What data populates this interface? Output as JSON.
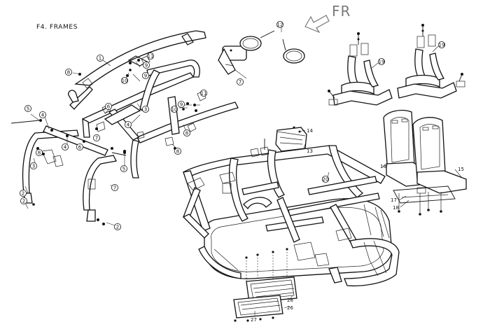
{
  "title": "F4. FRAMES",
  "direction_label": "FR",
  "callouts": [
    {
      "id": "c1",
      "text": "1"
    },
    {
      "id": "c2a",
      "text": "2"
    },
    {
      "id": "c2b",
      "text": "2"
    },
    {
      "id": "c2c",
      "text": "2"
    },
    {
      "id": "c3a",
      "text": "3"
    },
    {
      "id": "c3b",
      "text": "3"
    },
    {
      "id": "c4a",
      "text": "4"
    },
    {
      "id": "c4b",
      "text": "4"
    },
    {
      "id": "c4c",
      "text": "4"
    },
    {
      "id": "c5a",
      "text": "5"
    },
    {
      "id": "c5b",
      "text": "5"
    },
    {
      "id": "c6a",
      "text": "6"
    },
    {
      "id": "c6b",
      "text": "6"
    },
    {
      "id": "c7a",
      "text": "7"
    },
    {
      "id": "c7b",
      "text": "7"
    },
    {
      "id": "c7c",
      "text": "7"
    },
    {
      "id": "c8a",
      "text": "8"
    },
    {
      "id": "c8b",
      "text": "8"
    },
    {
      "id": "c8c",
      "text": "8"
    },
    {
      "id": "c8d",
      "text": "8"
    },
    {
      "id": "c9a",
      "text": "9"
    },
    {
      "id": "c9b",
      "text": "9"
    },
    {
      "id": "c9c",
      "text": "9"
    },
    {
      "id": "c10a",
      "text": "10"
    },
    {
      "id": "c10b",
      "text": "10"
    },
    {
      "id": "c11a",
      "text": "11"
    },
    {
      "id": "c11b",
      "text": "11"
    },
    {
      "id": "c12",
      "text": "12"
    },
    {
      "id": "c13",
      "text": "13"
    },
    {
      "id": "c14",
      "text": "14"
    },
    {
      "id": "c15",
      "text": "15"
    },
    {
      "id": "c16",
      "text": "16"
    },
    {
      "id": "c17",
      "text": "17"
    },
    {
      "id": "c18",
      "text": "18"
    },
    {
      "id": "c19a",
      "text": "19"
    },
    {
      "id": "c19b",
      "text": "19"
    },
    {
      "id": "c20",
      "text": "20"
    },
    {
      "id": "c26",
      "text": "26"
    },
    {
      "id": "c27",
      "text": "27"
    },
    {
      "id": "c28",
      "text": "28"
    }
  ]
}
